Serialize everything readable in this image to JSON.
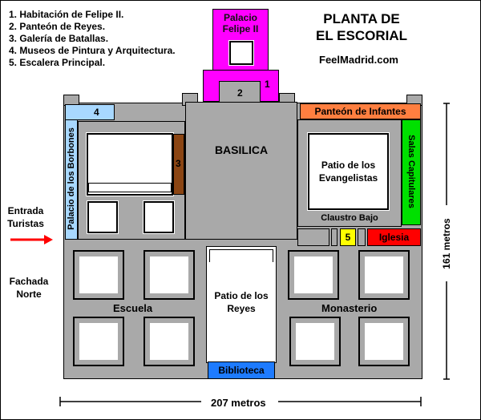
{
  "legend": {
    "items": [
      "1. Habitación de Felipe II.",
      "2. Panteón de Reyes.",
      "3. Galería de Batallas.",
      "4. Museos de Pintura y Arquitectura.",
      "5. Escalera Principal."
    ]
  },
  "title": {
    "line1": "PLANTA DE",
    "line2": "EL ESCORIAL",
    "site": "FeelMadrid.com"
  },
  "entrance": {
    "line1": "Entrada",
    "line2": "Turistas",
    "arrow_color": "#ff0000"
  },
  "facade": {
    "line1": "Fachada",
    "line2": "Norte"
  },
  "scale": {
    "height": "161 metros",
    "width": "207 metros"
  },
  "rooms": {
    "palacio_felipe": {
      "line1": "Palacio",
      "line2": "Felipe II",
      "color": "#ff00ff"
    },
    "panteon_infantes": {
      "label": "Panteón de Infantes",
      "color": "#ff7f40"
    },
    "salas_capitulares": {
      "label": "Salas Capitulares",
      "color": "#00e000"
    },
    "palacio_borbones": {
      "label": "Palacio de los Borbones",
      "color": "#a8d8ff"
    },
    "basilica": {
      "label": "BASILICA"
    },
    "patio_evangelistas": {
      "line1": "Patio de los",
      "line2": "Evangelistas"
    },
    "claustro_bajo": {
      "label": "Claustro Bajo"
    },
    "iglesia": {
      "label": "Iglesia",
      "color": "#ff0000"
    },
    "patio_reyes": {
      "line1": "Patio de los",
      "line2": "Reyes"
    },
    "biblioteca": {
      "label": "Biblioteca",
      "color": "#1e7bff"
    },
    "escuela": {
      "label": "Escuela"
    },
    "monasterio": {
      "label": "Monasterio"
    },
    "galeria_batallas": {
      "color": "#8b4513"
    },
    "escalera": {
      "color": "#ffff00"
    }
  },
  "markers": {
    "m1": "1",
    "m2": "2",
    "m3": "3",
    "m4": "4",
    "m5": "5"
  }
}
